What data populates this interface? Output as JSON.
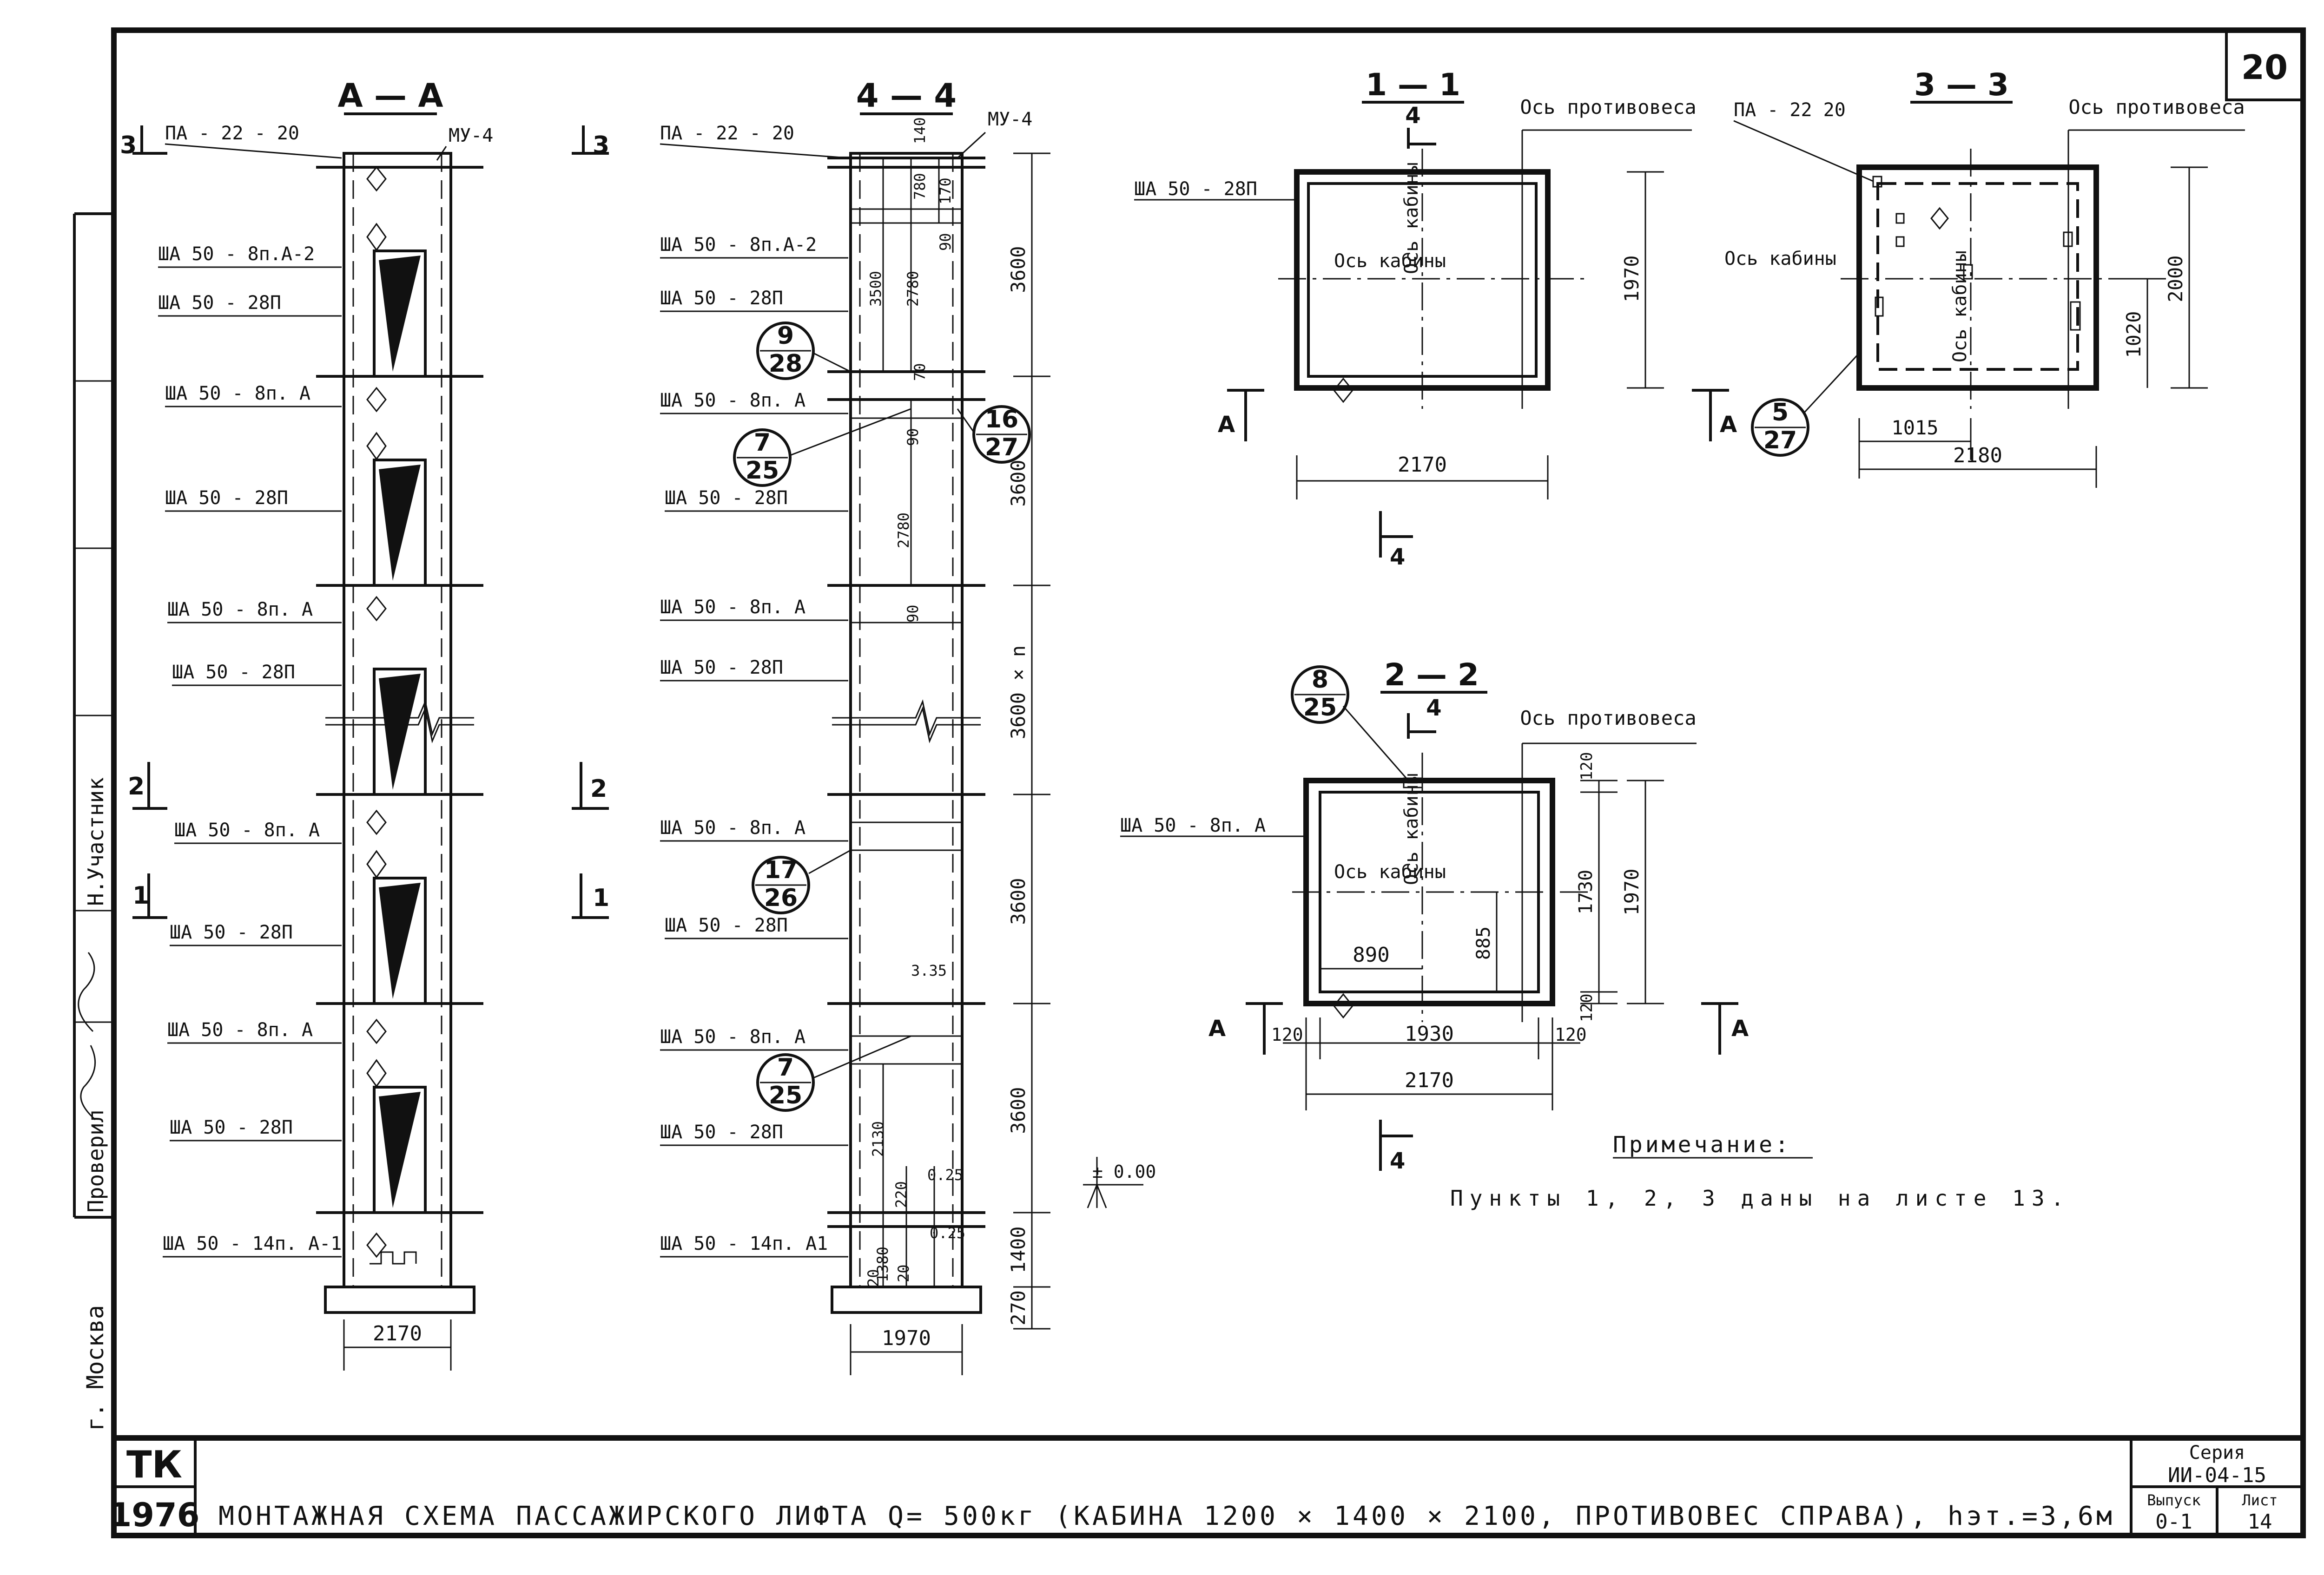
{
  "sheet_number": "20",
  "stamp": {
    "org": "ТК",
    "year": "1976",
    "city": "г. Москва",
    "checked": "Проверил",
    "approved": "Н.Участник"
  },
  "title": "МОНТАЖНАЯ СХЕМА ПАССАЖИРСКОГО ЛИФТА Q= 500кг (КАБИНА 1200 × 1400 × 2100, ПРОТИВОВЕС СПРАВА), hэт.=3,6м",
  "series": {
    "label": "Серия",
    "value": "ИИ-04-15",
    "issue_label": "Выпуск",
    "issue": "0-1",
    "sheet_label": "Лист",
    "sheet": "14"
  },
  "note": {
    "heading": "Примечание:",
    "text": "Пункты 1, 2, 3 даны на листе 13."
  },
  "section_aa": {
    "title": "А — А",
    "top_labels": [
      "ПА - 22 - 20",
      "МУ-4"
    ],
    "cut_marks": [
      "3",
      "3",
      "2",
      "2",
      "1",
      "1"
    ],
    "labels": [
      "ША 50 - 8п.А-2",
      "ША 50 - 28П",
      "ША 50 - 8п. А",
      "ША 50 - 28П",
      "ША 50 - 8п. А",
      "ША 50 - 28П",
      "ША 50 - 8п. А",
      "ША 50 - 28П",
      "ША 50 - 8п. А",
      "ША 50 - 28П",
      "ША 50 - 14п. А-1"
    ],
    "width": "2170"
  },
  "section_44": {
    "title": "4 — 4",
    "top_labels": [
      "ПА - 22 - 20",
      "МУ-4"
    ],
    "labels": [
      "ША 50 - 8п.А-2",
      "ША 50 - 28П",
      "ША 50 - 8п. А",
      "ША 50 - 28П",
      "ША 50 - 8п. А",
      "ША 50 - 28П",
      "ША 50 - 8п. А",
      "ША 50 - 28П",
      "ША 50 - 8п. А",
      "ША 50 - 28П",
      "ША 50 - 14п. А1"
    ],
    "callouts": [
      {
        "top": "9",
        "bottom": "28"
      },
      {
        "top": "7",
        "bottom": "25"
      },
      {
        "top": "16",
        "bottom": "27"
      },
      {
        "top": "17",
        "bottom": "26"
      },
      {
        "top": "7",
        "bottom": "25"
      }
    ],
    "dims_right": [
      "3600",
      "3600",
      "3600 × n",
      "3600",
      "3600",
      "1400",
      "270"
    ],
    "dims_inner": [
      "140",
      "780",
      "170",
      "3500",
      "2780",
      "90",
      "70",
      "90",
      "2780",
      "90",
      "3.35",
      "2130",
      "220",
      "0.25",
      "20",
      "1380",
      "0.25",
      "20"
    ],
    "level": "± 0.00",
    "width": "1970"
  },
  "section_11": {
    "title": "1 — 1",
    "sub": "4",
    "label": "ША 50 - 28П",
    "axis_counter": "Ось противовеса",
    "axis_cabin_h": "Ось кабины",
    "axis_cabin_v": "Ось кабины",
    "dims": [
      "1970",
      "2170"
    ],
    "cut_marks": [
      "А",
      "А",
      "4"
    ]
  },
  "section_33": {
    "title": "3 — 3",
    "label": "ПА - 22 20",
    "axis_counter": "Ось противовеса",
    "axis_cabin_h": "Ось кабины",
    "axis_cabin_v": "Ось кабины",
    "callout": {
      "top": "5",
      "bottom": "27"
    },
    "dims": [
      "2000",
      "1020",
      "1015",
      "2180"
    ]
  },
  "section_22": {
    "title": "2 — 2",
    "sub": "4",
    "label": "ША 50 - 8п. А",
    "callout": {
      "top": "8",
      "bottom": "25"
    },
    "axis_counter": "Ось противовеса",
    "axis_cabin_h": "Ось кабины",
    "axis_cabin_v": "Ось кабины",
    "dims": [
      "120",
      "1730",
      "1970",
      "120",
      "890",
      "885",
      "120",
      "1930",
      "120",
      "2170"
    ],
    "cut_marks": [
      "А",
      "А",
      "4"
    ]
  }
}
